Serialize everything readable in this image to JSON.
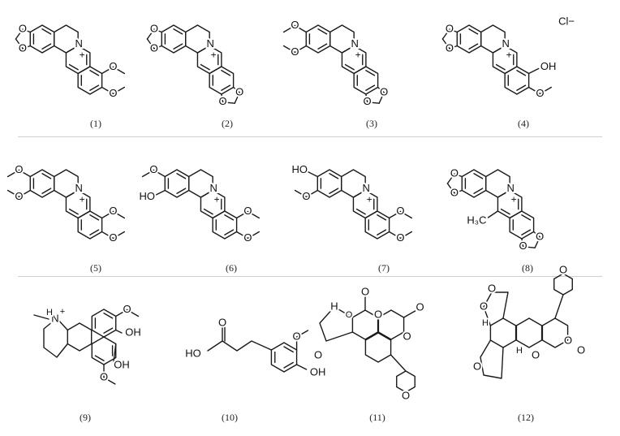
{
  "figure": {
    "structures": [
      {
        "id": "1",
        "caption": "(1)"
      },
      {
        "id": "2",
        "caption": "(2)"
      },
      {
        "id": "3",
        "caption": "(3)"
      },
      {
        "id": "4",
        "caption": "(4)",
        "extra_labels": [
          "Cl−",
          "OH"
        ]
      },
      {
        "id": "5",
        "caption": "(5)"
      },
      {
        "id": "6",
        "caption": "(6)",
        "extra_labels": [
          "HO"
        ]
      },
      {
        "id": "7",
        "caption": "(7)",
        "extra_labels": [
          "HO"
        ]
      },
      {
        "id": "8",
        "caption": "(8)",
        "extra_labels": [
          "H₃C"
        ]
      },
      {
        "id": "9",
        "caption": "(9)",
        "extra_labels": [
          "N",
          "H",
          "+",
          "OH",
          "OH"
        ]
      },
      {
        "id": "10",
        "caption": "(10)",
        "extra_labels": [
          "HO",
          "O",
          "OH"
        ]
      },
      {
        "id": "11",
        "caption": "(11)",
        "extra_labels": [
          "O",
          "O",
          "O",
          "O",
          "O",
          "H",
          "O"
        ]
      },
      {
        "id": "12",
        "caption": "(12)",
        "extra_labels": [
          "O",
          "O",
          "O",
          "O",
          "O",
          "H",
          "H",
          "O"
        ]
      }
    ],
    "atom_labels": {
      "N": "N",
      "plus": "+",
      "O": "O"
    },
    "colors": {
      "ink": "#1a1a1a",
      "rule": "#cfcfcf"
    }
  }
}
